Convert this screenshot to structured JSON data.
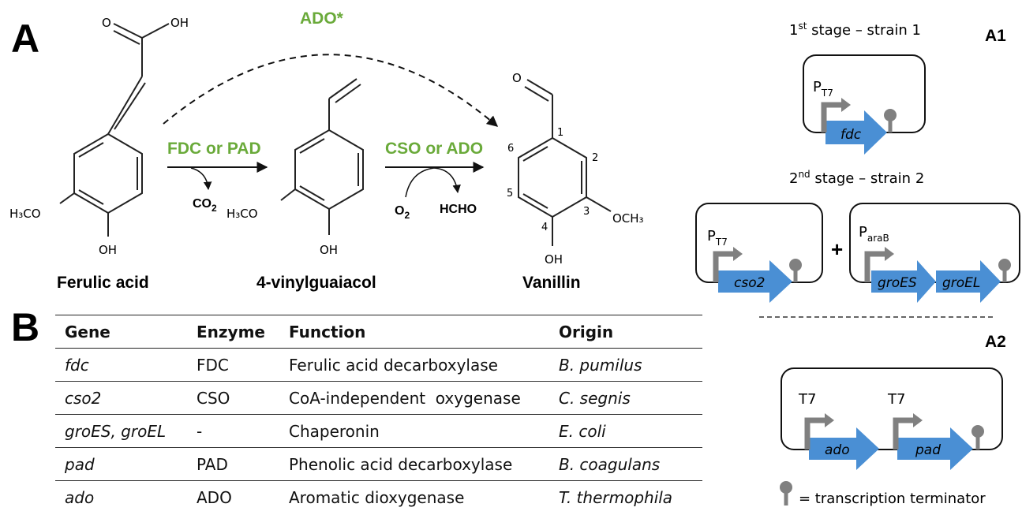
{
  "panels": {
    "a": "A",
    "b": "B",
    "a1": "A1",
    "a2": "A2"
  },
  "pathway": {
    "compounds": [
      "Ferulic acid",
      "4-vinylguaiacol",
      "Vanillin"
    ],
    "ado_direct": "ADO*",
    "step1_enzymes": "FDC or PAD",
    "step1_byproduct": "CO",
    "step1_byproduct_sub": "2",
    "step2_enzymes": "CSO or ADO",
    "step2_cosubstrate": "O",
    "step2_cosubstrate_sub": "2",
    "step2_byproduct": "HCHO",
    "labels": {
      "oh": "OH",
      "o": "O",
      "h3co": "H₃CO",
      "och3": "OCH₃"
    },
    "ring_numbers": [
      "1",
      "2",
      "3",
      "4",
      "5",
      "6"
    ]
  },
  "constructs": {
    "stage1": {
      "prefix": "1",
      "sup": "st",
      "suffix": " stage – strain 1"
    },
    "stage2": {
      "prefix": "2",
      "sup": "nd",
      "suffix": " stage – strain 2"
    },
    "promoter_p": "P",
    "t7_sub": "T7",
    "arab_sub": "araB",
    "plus": "+",
    "t7": "T7",
    "genes": {
      "fdc": "fdc",
      "cso2": "cso2",
      "groes": "groES",
      "groel": "groEL",
      "ado": "ado",
      "pad": "pad"
    },
    "legend": "= transcription terminator"
  },
  "colors": {
    "green": "#6aaa3a",
    "gene_blue": "#4a8fd4",
    "promoter_grey": "#808080"
  },
  "table": {
    "headers": [
      "Gene",
      "Enzyme",
      "Function",
      "Origin"
    ],
    "rows": [
      [
        "fdc",
        "FDC",
        "Ferulic acid decarboxylase",
        "B. pumilus"
      ],
      [
        "cso2",
        "CSO",
        "CoA-independent  oxygenase",
        "C. segnis"
      ],
      [
        "groES, groEL",
        "-",
        "Chaperonin",
        "E. coli"
      ],
      [
        "pad",
        "PAD",
        "Phenolic acid decarboxylase",
        "B. coagulans"
      ],
      [
        "ado",
        "ADO",
        "Aromatic dioxygenase",
        "T. thermophila"
      ]
    ]
  }
}
